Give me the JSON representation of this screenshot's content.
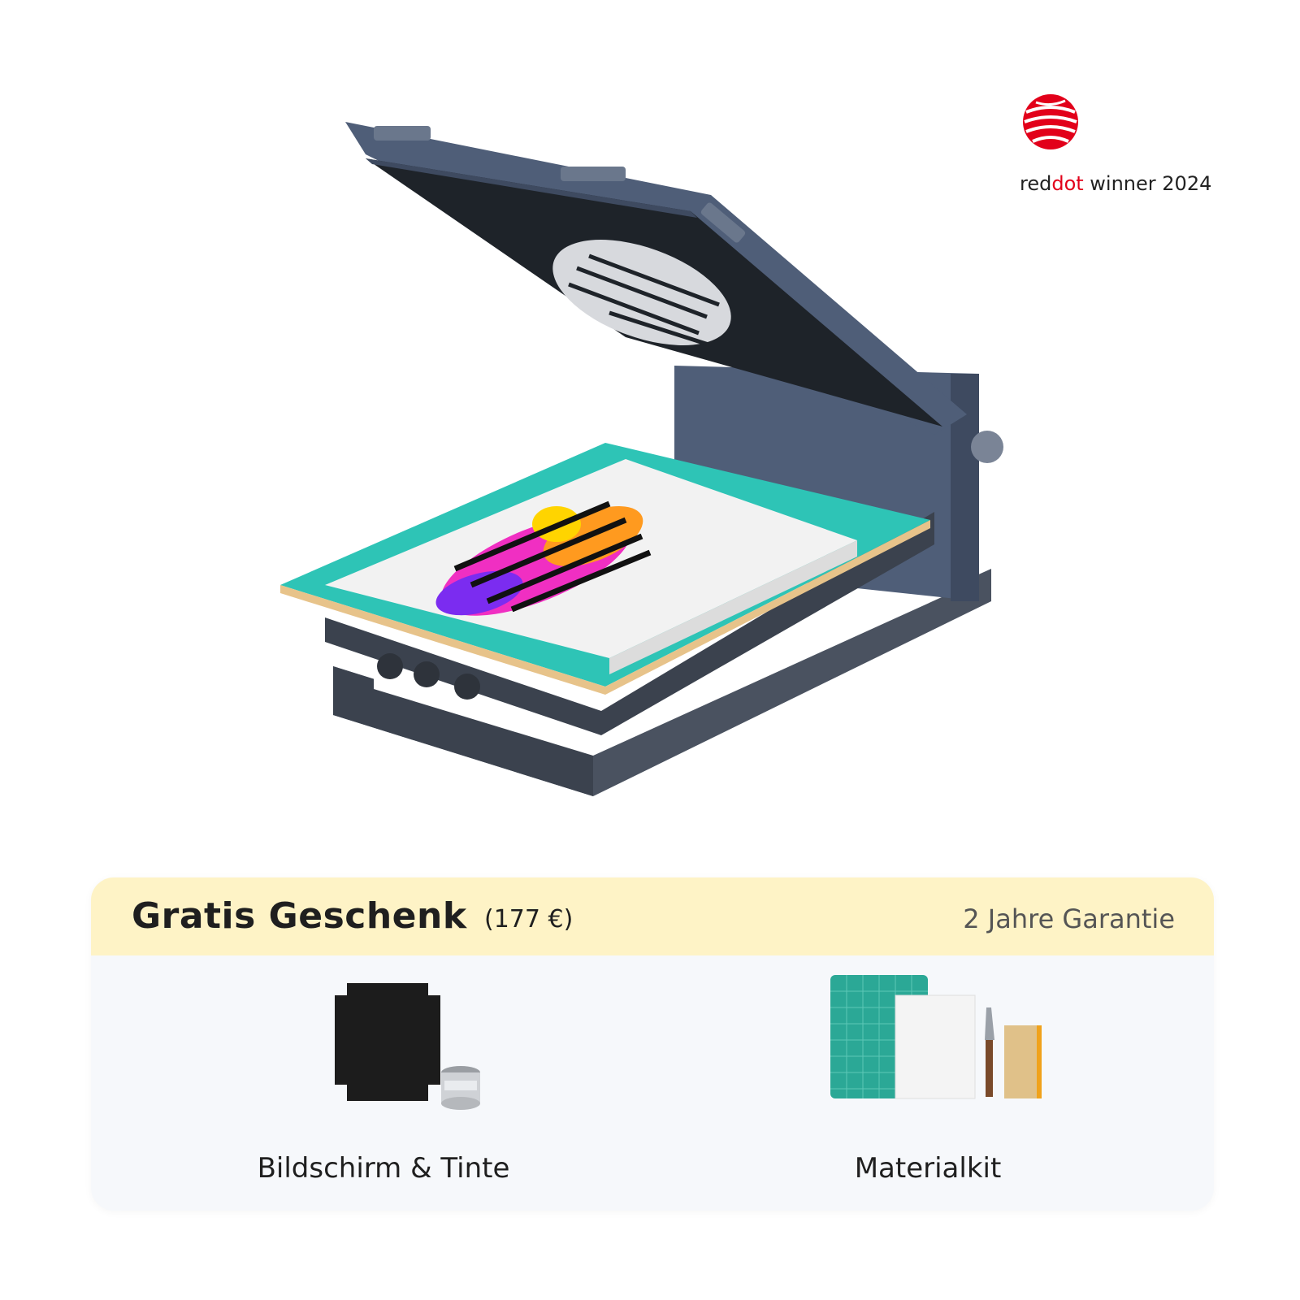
{
  "badge": {
    "brand_part1": "red",
    "brand_part2": "dot",
    "suffix": " winner 2024",
    "icon": "reddot-logo-icon",
    "color": "#e2001a"
  },
  "product": {
    "icon": "screen-printing-press-illustration"
  },
  "gift": {
    "title": "Gratis Geschenk",
    "value": "(177 €)",
    "warranty": "2 Jahre Garantie",
    "header_color": "#fef3c6",
    "items": [
      {
        "label": "Bildschirm & Tinte",
        "icon": "screen-and-ink-icon"
      },
      {
        "label": "Materialkit",
        "icon": "material-kit-icon"
      }
    ]
  }
}
